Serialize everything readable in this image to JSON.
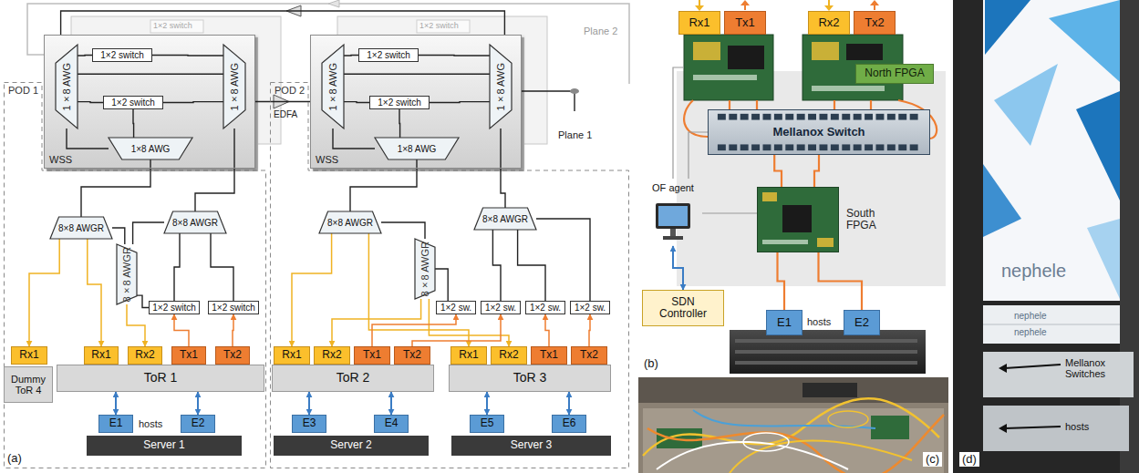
{
  "diagram": {
    "nodes": [
      {
        "text": [
          "POD 1"
        ]
      },
      {
        "text": [
          "WSS"
        ]
      },
      {
        "text": [
          "1×8 AWG"
        ],
        "in": 1
      },
      {
        "text": [
          "1×2 switch"
        ],
        "in": 1
      },
      {
        "text": [
          "1×2 switch"
        ],
        "in": 1
      },
      {
        "text": [
          "1×8 AWG"
        ],
        "in": 1
      },
      {
        "text": [
          "1×8 AWG"
        ],
        "in": 1
      },
      {
        "text": [
          "8×8 AWGR"
        ],
        "in": 0
      },
      {
        "text": [
          "8×8 AWGR"
        ],
        "in": 0
      },
      {
        "text": [
          "8×8 AWGR"
        ],
        "in": 0
      },
      {
        "text": [
          "1×2 switch"
        ],
        "in": 0
      },
      {
        "text": [
          "1×2 switch"
        ],
        "in": 0
      },
      {
        "text": [
          "Rx1"
        ],
        "in": 0
      },
      {
        "text": [
          "Dummy ToR 4"
        ],
        "in": 0
      },
      {
        "text": [
          "Rx1"
        ],
        "in": 0
      },
      {
        "text": [
          "Rx2"
        ],
        "in": 0
      },
      {
        "text": [
          "Tx1"
        ],
        "in": 0
      },
      {
        "text": [
          "Tx2"
        ],
        "in": 0
      },
      {
        "text": [
          "ToR 1"
        ],
        "in": 0
      },
      {
        "text": [
          "E1"
        ],
        "in": 0
      },
      {
        "text": [
          "E2"
        ],
        "in": 0
      },
      {
        "text": [
          "Server 1"
        ],
        "in": 0
      },
      {
        "text": [
          "POD 2"
        ]
      },
      {
        "text": [
          "WSS"
        ]
      },
      {
        "text": [
          "1×8 AWG"
        ],
        "in": 23
      },
      {
        "text": [
          "1×2 switch"
        ],
        "in": 23
      },
      {
        "text": [
          "1×2 switch"
        ],
        "in": 23
      },
      {
        "text": [
          "1×8 AWG"
        ],
        "in": 23
      },
      {
        "text": [
          "1×8 AWG"
        ],
        "in": 23
      },
      {
        "text": [
          "8×8 AWGR"
        ],
        "in": 22
      },
      {
        "text": [
          "8×8 AWGR"
        ],
        "in": 22
      },
      {
        "text": [
          "8×8 AWGR"
        ],
        "in": 22
      },
      {
        "text": [
          "1×2 sw."
        ],
        "in": 22
      },
      {
        "text": [
          "1×2 sw."
        ],
        "in": 22
      },
      {
        "text": [
          "1×2 sw."
        ],
        "in": 22
      },
      {
        "text": [
          "1×2 sw."
        ],
        "in": 22
      },
      {
        "text": [
          "Rx1"
        ],
        "in": 22
      },
      {
        "text": [
          "Rx2"
        ],
        "in": 22
      },
      {
        "text": [
          "Tx1"
        ],
        "in": 22
      },
      {
        "text": [
          "Tx2"
        ],
        "in": 22
      },
      {
        "text": [
          "ToR 2"
        ],
        "in": 22
      },
      {
        "text": [
          "Rx1"
        ],
        "in": 22
      },
      {
        "text": [
          "Rx2"
        ],
        "in": 22
      },
      {
        "text": [
          "Tx1"
        ],
        "in": 22
      },
      {
        "text": [
          "Tx2"
        ],
        "in": 22
      },
      {
        "text": [
          "ToR 3"
        ],
        "in": 22
      },
      {
        "text": [
          "E3"
        ],
        "in": 22
      },
      {
        "text": [
          "E4"
        ],
        "in": 22
      },
      {
        "text": [
          "Server 2"
        ],
        "in": 22
      },
      {
        "text": [
          "E5"
        ],
        "in": 22
      },
      {
        "text": [
          "E6"
        ],
        "in": 22
      },
      {
        "text": [
          "Server 3"
        ],
        "in": 22
      },
      {
        "text": [
          "Rx1"
        ]
      },
      {
        "text": [
          "Tx1"
        ]
      },
      {
        "text": [
          "Rx2"
        ]
      },
      {
        "text": [
          "Tx2"
        ]
      },
      {
        "text": [
          "North FPGA"
        ]
      },
      {
        "text": [
          "Mellanox Switch"
        ]
      },
      {
        "text": [
          "OF agent"
        ]
      },
      {
        "text": [
          "South FPGA"
        ]
      },
      {
        "text": [
          "SDN Controller"
        ]
      },
      {
        "text": [
          "E1"
        ]
      },
      {
        "text": [
          "E2"
        ]
      }
    ],
    "edges": [
      {
        "from": 2,
        "to": 3,
        "arrow": "none"
      },
      {
        "from": 3,
        "to": 5,
        "arrow": "none"
      },
      {
        "from": 2,
        "to": 4,
        "arrow": "none"
      },
      {
        "from": 4,
        "to": 5,
        "arrow": "none"
      },
      {
        "from": 2,
        "to": 5,
        "arrow": "none"
      },
      {
        "from": 4,
        "to": 6,
        "arrow": "none"
      },
      {
        "from": 2,
        "to": 6,
        "arrow": "none"
      },
      {
        "from": 6,
        "to": 7,
        "arrow": "none"
      },
      {
        "from": 5,
        "to": 8,
        "arrow": "none"
      },
      {
        "from": 7,
        "to": 12,
        "arrow": "to"
      },
      {
        "from": 7,
        "to": 14,
        "arrow": "to"
      },
      {
        "from": 9,
        "to": 15,
        "arrow": "to"
      },
      {
        "from": 7,
        "to": 9,
        "arrow": "none"
      },
      {
        "from": 8,
        "to": 9,
        "arrow": "none"
      },
      {
        "from": 10,
        "to": 9,
        "arrow": "none"
      },
      {
        "from": 10,
        "to": 8,
        "arrow": "none"
      },
      {
        "from": 11,
        "to": 8,
        "arrow": "none"
      },
      {
        "from": 16,
        "to": 10,
        "arrow": "to"
      },
      {
        "from": 17,
        "to": 11,
        "arrow": "to"
      },
      {
        "from": 19,
        "to": 18,
        "arrow": "both"
      },
      {
        "from": 20,
        "to": 18,
        "arrow": "both"
      },
      {
        "from": 1,
        "to": 23,
        "arrow": "none"
      },
      {
        "from": 23,
        "to": 1,
        "arrow": "none"
      },
      {
        "from": 24,
        "to": 25,
        "arrow": "none"
      },
      {
        "from": 25,
        "to": 27,
        "arrow": "none"
      },
      {
        "from": 24,
        "to": 26,
        "arrow": "none"
      },
      {
        "from": 26,
        "to": 27,
        "arrow": "none"
      },
      {
        "from": 24,
        "to": 27,
        "arrow": "none"
      },
      {
        "from": 26,
        "to": 28,
        "arrow": "none"
      },
      {
        "from": 24,
        "to": 28,
        "arrow": "none"
      },
      {
        "from": 28,
        "to": 29,
        "arrow": "none"
      },
      {
        "from": 27,
        "to": 30,
        "arrow": "none"
      },
      {
        "from": 29,
        "to": 36,
        "arrow": "to"
      },
      {
        "from": 29,
        "to": 41,
        "arrow": "to"
      },
      {
        "from": 31,
        "to": 37,
        "arrow": "to"
      },
      {
        "from": 31,
        "to": 42,
        "arrow": "to"
      },
      {
        "from": 29,
        "to": 31,
        "arrow": "none"
      },
      {
        "from": 32,
        "to": 31,
        "arrow": "none"
      },
      {
        "from": 33,
        "to": 30,
        "arrow": "none"
      },
      {
        "from": 34,
        "to": 30,
        "arrow": "none"
      },
      {
        "from": 35,
        "to": 30,
        "arrow": "none"
      },
      {
        "from": 38,
        "to": 32,
        "arrow": "to"
      },
      {
        "from": 39,
        "to": 33,
        "arrow": "to"
      },
      {
        "from": 43,
        "to": 34,
        "arrow": "to"
      },
      {
        "from": 44,
        "to": 35,
        "arrow": "to"
      },
      {
        "from": 46,
        "to": 40,
        "arrow": "both"
      },
      {
        "from": 47,
        "to": 40,
        "arrow": "both"
      },
      {
        "from": 49,
        "to": 45,
        "arrow": "both"
      },
      {
        "from": 50,
        "to": 45,
        "arrow": "both"
      },
      {
        "from": 60,
        "to": 58,
        "arrow": "both"
      },
      {
        "from": 57,
        "to": 59,
        "arrow": "none"
      },
      {
        "from": 57,
        "to": 59,
        "arrow": "none"
      },
      {
        "from": 59,
        "to": 61,
        "arrow": "none"
      },
      {
        "from": 59,
        "to": 62,
        "arrow": "none"
      }
    ],
    "labels": [
      "Plane 2",
      "Plane 1",
      "EDFA",
      "1×2 switch",
      "1×2 switch",
      "hosts",
      "(a)",
      "hosts",
      "(b)",
      "(c)",
      "nephele",
      "nephele",
      "nephele",
      "Mellanox Switches",
      "hosts",
      "(d)"
    ]
  }
}
